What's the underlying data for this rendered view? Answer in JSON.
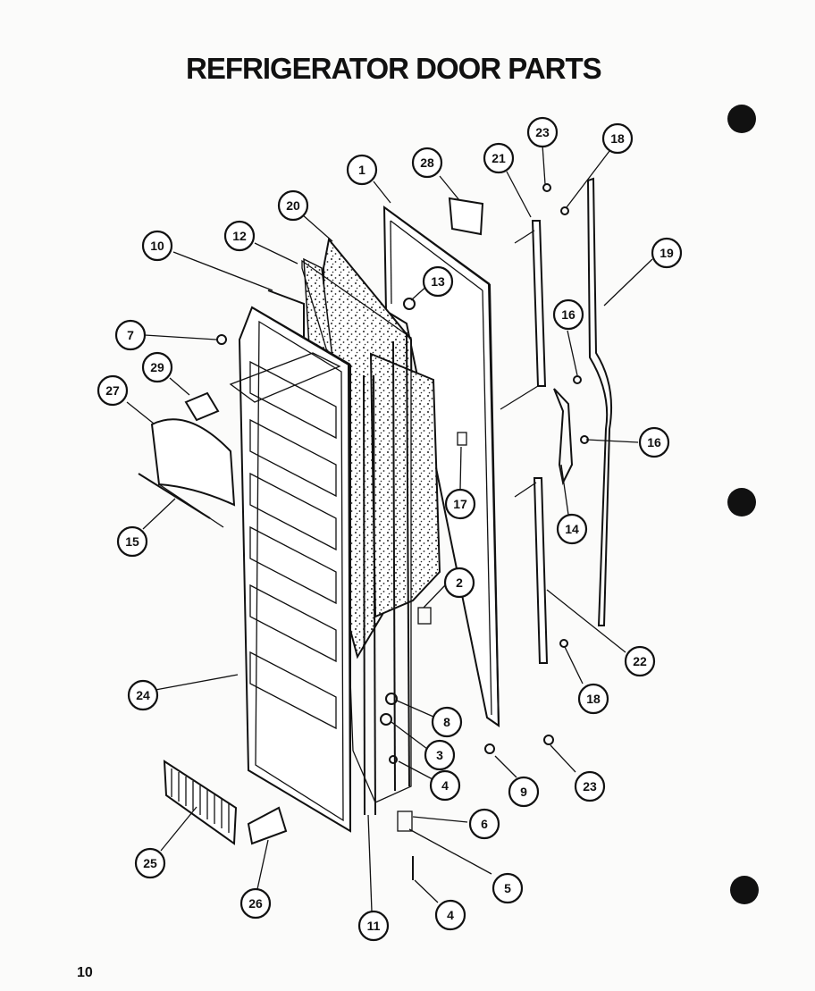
{
  "title": "REFRIGERATOR DOOR PARTS",
  "page_number": "10",
  "callouts": [
    "1",
    "28",
    "23",
    "21",
    "18",
    "20",
    "12",
    "10",
    "13",
    "19",
    "16",
    "7",
    "29",
    "27",
    "16",
    "17",
    "14",
    "15",
    "2",
    "22",
    "24",
    "18",
    "8",
    "3",
    "9",
    "23",
    "4",
    "6",
    "25",
    "26",
    "5",
    "4",
    "11"
  ]
}
